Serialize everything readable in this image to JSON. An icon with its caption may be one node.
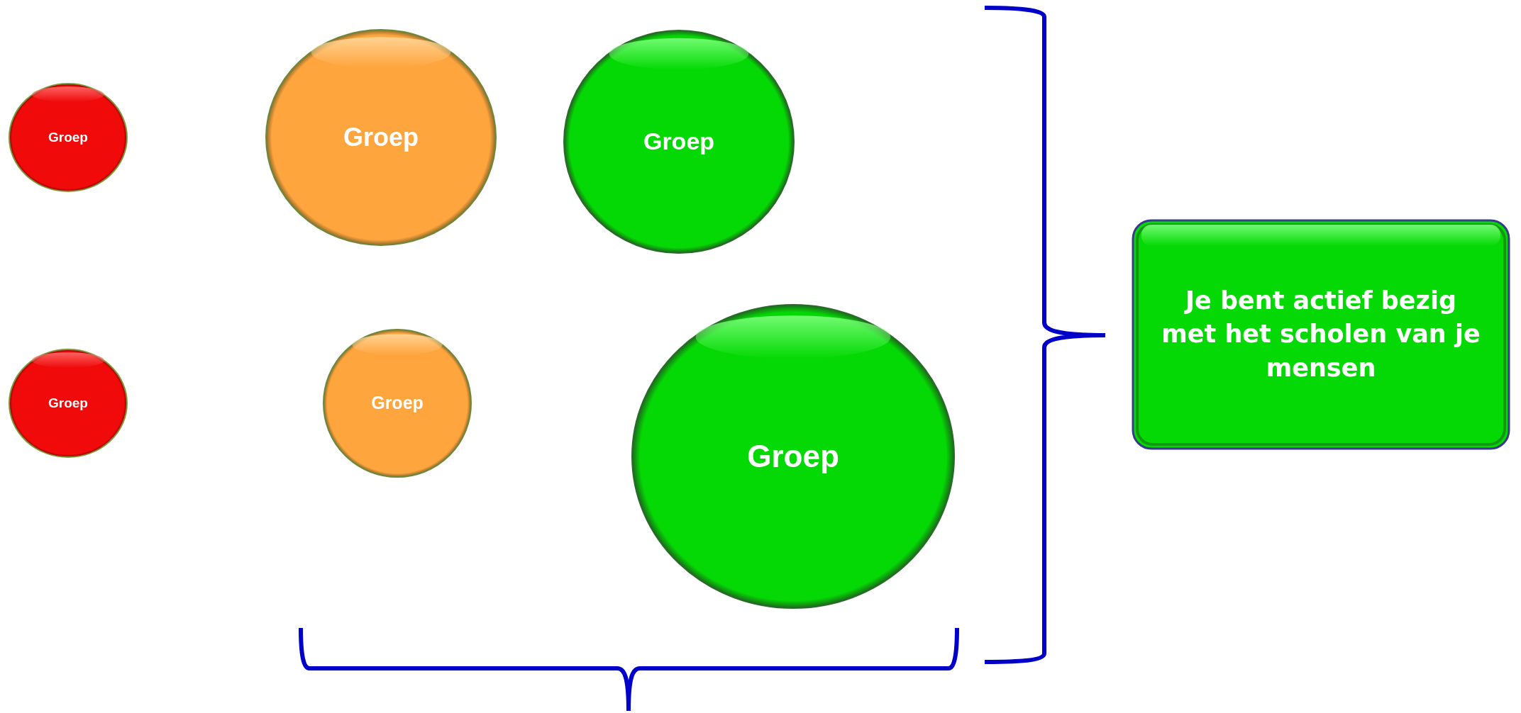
{
  "diagram": {
    "nodes": [
      {
        "text": [
          "Groep"
        ]
      },
      {
        "text": [
          "Groep"
        ]
      },
      {
        "text": [
          "Groep"
        ]
      },
      {
        "text": [
          "Groep"
        ]
      },
      {
        "text": [
          "Groep"
        ]
      },
      {
        "text": [
          "Groep"
        ]
      },
      {
        "text": [
          "Je bent actief bezig met het scholen van je mensen"
        ]
      }
    ]
  }
}
